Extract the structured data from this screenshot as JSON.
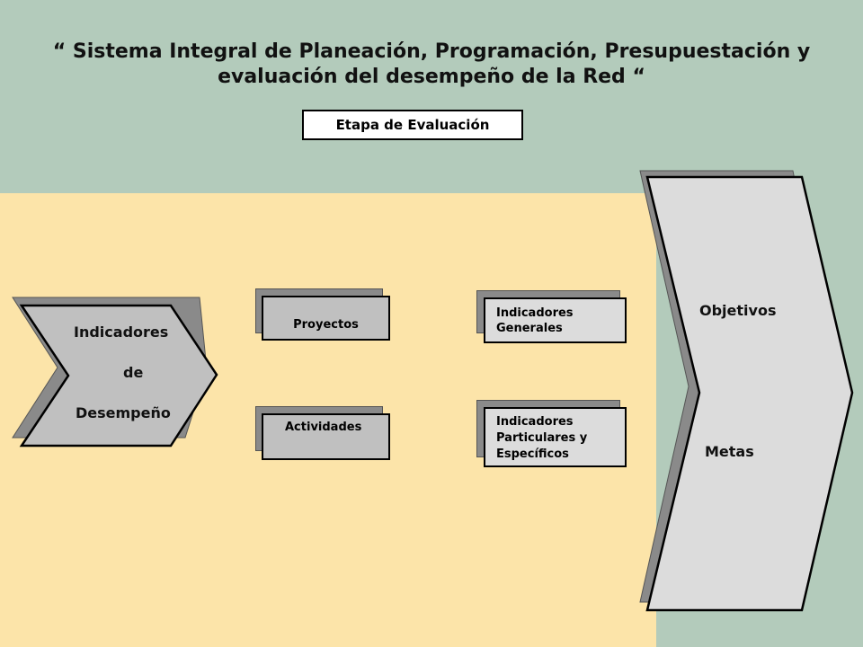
{
  "title_line1": "“ Sistema Integral de Planeación, Programación, Presupuestación y",
  "title_line2": "evaluación del desempeño de la Red “",
  "stage_label": "Etapa de Evaluación",
  "chevron_left": {
    "line1": "Indicadores",
    "line2": "de",
    "line3": "Desempeño"
  },
  "boxes": {
    "proyectos": "Proyectos",
    "actividades": "Actividades",
    "indicadores_generales": [
      "Indicadores",
      "Generales"
    ],
    "indicadores_particulares": [
      "Indicadores",
      "Particulares y",
      "Específicos"
    ]
  },
  "chevron_right": {
    "objetivos": "Objetivos",
    "metas": "Metas"
  },
  "colors": {
    "green_bg": "#b3cbbb",
    "yellow_bg": "#fce4a9",
    "box_fill": "#c0c0c0",
    "light_box": "#dcdcdc"
  }
}
